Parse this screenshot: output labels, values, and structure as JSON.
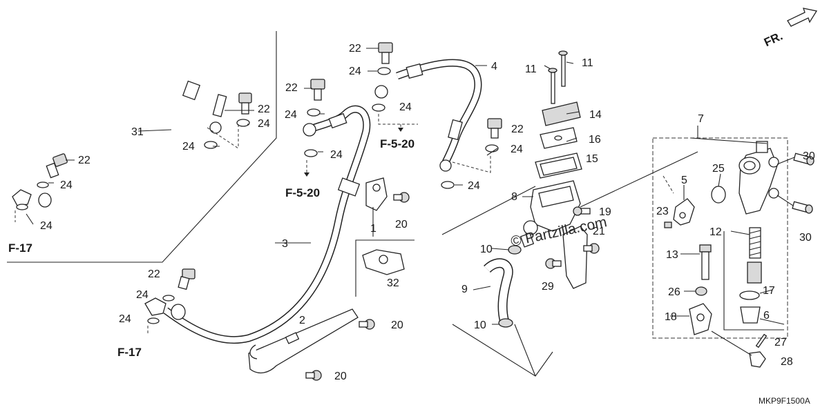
{
  "diagram": {
    "callouts": [
      "1",
      "2",
      "3",
      "4",
      "5",
      "6",
      "7",
      "8",
      "9",
      "10",
      "10",
      "11",
      "11",
      "12",
      "13",
      "14",
      "15",
      "16",
      "17",
      "18",
      "19",
      "20",
      "20",
      "20",
      "20",
      "21",
      "22",
      "22",
      "22",
      "22",
      "22",
      "22",
      "23",
      "24",
      "24",
      "24",
      "24",
      "24",
      "24",
      "24",
      "24",
      "24",
      "24",
      "24",
      "24",
      "24",
      "25",
      "26",
      "27",
      "28",
      "29",
      "30",
      "30",
      "31",
      "32"
    ],
    "refs": [
      "F-17",
      "F-17",
      "F-5-20",
      "F-5-20"
    ],
    "front_arrow_label": "FR.",
    "watermark": "© Partzilla.com",
    "drawing_code": "MKP9F1500A"
  }
}
